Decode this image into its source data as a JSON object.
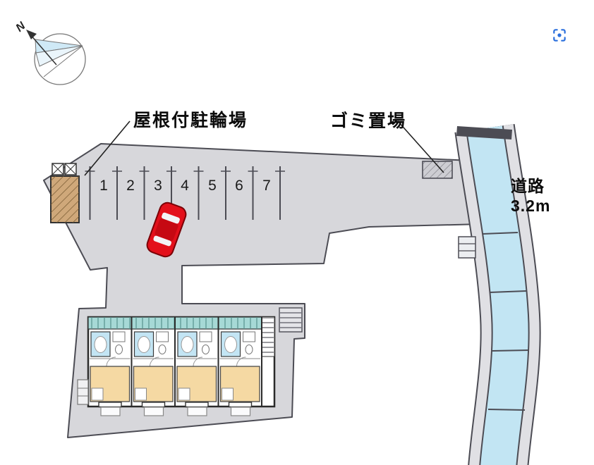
{
  "figure": {
    "type": "site-plan",
    "labels": {
      "covered_bicycle_parking": "屋根付駐輪場",
      "garbage_area": "ゴミ置場",
      "road": "道路",
      "road_width": "3.2m",
      "north": "N"
    },
    "parking": {
      "space_numbers": [
        "1",
        "2",
        "3",
        "4",
        "5",
        "6",
        "7"
      ]
    }
  },
  "toolbar": {
    "expand_icon": "region-expand-icon"
  },
  "colors": {
    "background": "#ffffff",
    "site_fill": "#d7d7db",
    "outline": "#4c4c54",
    "road_fill": "#c2e5f3",
    "sidewalk_fill": "#e0e0e4",
    "car_body": "#e3101b",
    "room_floor": "#f5d9a3",
    "bath_fill": "#c3e5f4",
    "eaves_fill": "#a6d9d6",
    "shed_fill": "#cfa87a",
    "compass_wedge": "#cfe9f6",
    "icon_blue": "#2a6fdd"
  }
}
